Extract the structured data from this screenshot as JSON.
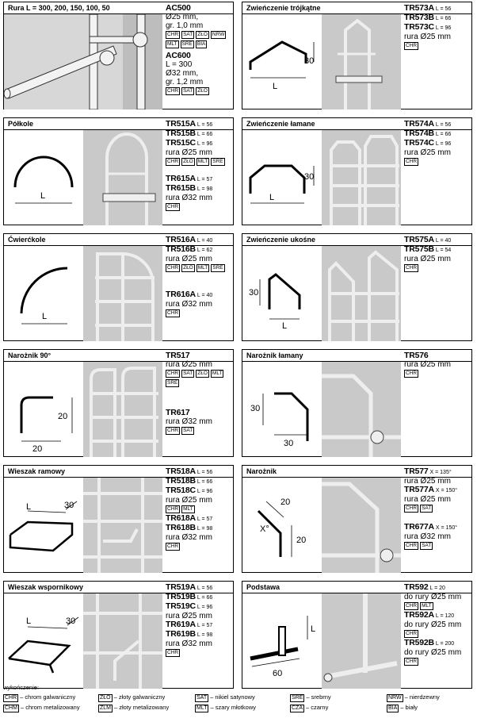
{
  "panels": [
    {
      "title": "Rura L = 300, 200, 150, 100, 50",
      "products": [
        {
          "code": "AC500",
          "len": "",
          "lines": [
            "Ø25 mm,",
            "gr. 1,0 mm"
          ],
          "badges": [
            "CHR",
            "SAT",
            "ZŁO",
            "NRW",
            "MLT",
            "SRE",
            "BIA"
          ]
        },
        {
          "code": "AC600",
          "len": "",
          "lines": [
            "L = 300",
            "Ø32 mm,",
            "gr. 1,2 mm"
          ],
          "badges": [
            "CHR",
            "SAT",
            "ZŁO"
          ]
        }
      ]
    },
    {
      "title": "Zwieńczenie trójkątne",
      "dims": [
        "30",
        "L"
      ],
      "products": [
        {
          "code": "TR573A",
          "len": "L = 56",
          "lines": [],
          "badges": []
        },
        {
          "code": "TR573B",
          "len": "L = 66",
          "lines": [],
          "badges": []
        },
        {
          "code": "TR573C",
          "len": "L = 96",
          "lines": [
            "rura Ø25 mm"
          ],
          "badges": [
            "CHR"
          ]
        }
      ]
    },
    {
      "title": "Półkole",
      "dims": [
        "L"
      ],
      "products": [
        {
          "code": "TR515A",
          "len": "L = 56",
          "lines": [],
          "badges": []
        },
        {
          "code": "TR515B",
          "len": "L = 66",
          "lines": [],
          "badges": []
        },
        {
          "code": "TR515C",
          "len": "L = 96",
          "lines": [
            "rura Ø25 mm"
          ],
          "badges": [
            "CHR",
            "ZŁO",
            "MLT",
            "SRE"
          ]
        },
        {
          "code": "TR615A",
          "len": "L = 57",
          "lines": [],
          "badges": []
        },
        {
          "code": "TR615B",
          "len": "L = 98",
          "lines": [
            "rura Ø32 mm"
          ],
          "badges": [
            "CHR"
          ]
        }
      ]
    },
    {
      "title": "Zwieńczenie łamane",
      "dims": [
        "30",
        "L"
      ],
      "products": [
        {
          "code": "TR574A",
          "len": "L = 56",
          "lines": [],
          "badges": []
        },
        {
          "code": "TR574B",
          "len": "L = 66",
          "lines": [],
          "badges": []
        },
        {
          "code": "TR574C",
          "len": "L = 96",
          "lines": [
            "rura Ø25 mm"
          ],
          "badges": [
            "CHR"
          ]
        }
      ]
    },
    {
      "title": "Ćwierćkole",
      "dims": [
        "L"
      ],
      "products": [
        {
          "code": "TR516A",
          "len": "L = 40",
          "lines": [],
          "badges": []
        },
        {
          "code": "TR516B",
          "len": "L = 62",
          "lines": [
            "rura Ø25 mm"
          ],
          "badges": [
            "CHR",
            "ZŁO",
            "MLT",
            "SRE"
          ]
        },
        {
          "code": "TR616A",
          "len": "L = 40",
          "lines": [
            "rura Ø32 mm"
          ],
          "badges": [
            "CHR"
          ]
        }
      ]
    },
    {
      "title": "Zwieńczenie ukośne",
      "dims": [
        "30",
        "L"
      ],
      "products": [
        {
          "code": "TR575A",
          "len": "L = 40",
          "lines": [],
          "badges": []
        },
        {
          "code": "TR575B",
          "len": "L = 54",
          "lines": [
            "rura Ø25 mm"
          ],
          "badges": [
            "CHR"
          ]
        }
      ]
    },
    {
      "title": "Narożnik 90°",
      "dims": [
        "20",
        "20"
      ],
      "products": [
        {
          "code": "TR517",
          "len": "",
          "lines": [
            "rura Ø25 mm"
          ],
          "badges": [
            "CHR",
            "SAT",
            "ZŁO",
            "MLT",
            "SRE"
          ]
        },
        {
          "code": "TR617",
          "len": "",
          "lines": [
            "rura Ø32 mm"
          ],
          "badges": [
            "CHR",
            "SAT"
          ]
        }
      ]
    },
    {
      "title": "Narożnik łamany",
      "dims": [
        "30",
        "30"
      ],
      "products": [
        {
          "code": "TR576",
          "len": "",
          "lines": [
            "rura Ø25 mm"
          ],
          "badges": [
            "CHR"
          ]
        }
      ]
    },
    {
      "title": "Wieszak ramowy",
      "dims": [
        "L",
        "30"
      ],
      "products": [
        {
          "code": "TR518A",
          "len": "L = 56",
          "lines": [],
          "badges": []
        },
        {
          "code": "TR518B",
          "len": "L = 66",
          "lines": [],
          "badges": []
        },
        {
          "code": "TR518C",
          "len": "L = 96",
          "lines": [
            "rura Ø25 mm"
          ],
          "badges": [
            "CHR",
            "MLT"
          ]
        },
        {
          "code": "TR618A",
          "len": "L = 57",
          "lines": [],
          "badges": []
        },
        {
          "code": "TR618B",
          "len": "L = 98",
          "lines": [
            "rura Ø32 mm"
          ],
          "badges": [
            "CHR"
          ]
        }
      ]
    },
    {
      "title": "Narożnik",
      "dims": [
        "20",
        "X°",
        "20"
      ],
      "products": [
        {
          "code": "TR577",
          "len": "X = 135°",
          "lines": [
            "rura Ø25 mm"
          ],
          "badges": []
        },
        {
          "code": "TR577A",
          "len": "X = 150°",
          "lines": [
            "rura Ø25 mm"
          ],
          "badges": [
            "CHR",
            "SAT"
          ]
        },
        {
          "code": "TR677A",
          "len": "X = 150°",
          "lines": [
            "rura Ø32 mm"
          ],
          "badges": [
            "CHR",
            "SAT"
          ]
        }
      ]
    },
    {
      "title": "Wieszak wspornikowy",
      "dims": [
        "L",
        "30"
      ],
      "products": [
        {
          "code": "TR519A",
          "len": "L = 56",
          "lines": [],
          "badges": []
        },
        {
          "code": "TR519B",
          "len": "L = 66",
          "lines": [],
          "badges": []
        },
        {
          "code": "TR519C",
          "len": "L = 96",
          "lines": [
            "rura Ø25 mm"
          ],
          "badges": []
        },
        {
          "code": "TR619A",
          "len": "L = 57",
          "lines": [],
          "badges": []
        },
        {
          "code": "TR619B",
          "len": "L = 98",
          "lines": [
            "rura Ø32 mm"
          ],
          "badges": [
            "CHR"
          ]
        }
      ]
    },
    {
      "title": "Podstawa",
      "dims": [
        "L",
        "60"
      ],
      "products": [
        {
          "code": "TR592",
          "len": "L = 20",
          "lines": [
            "do rury Ø25 mm"
          ],
          "badges": [
            "CHR",
            "MLT"
          ]
        },
        {
          "code": "TR592A",
          "len": "L = 120",
          "lines": [
            "do rury Ø25 mm"
          ],
          "badges": [
            "CHR"
          ]
        },
        {
          "code": "TR592B",
          "len": "L = 200",
          "lines": [
            "do rury Ø25 mm"
          ],
          "badges": [
            "CHR"
          ]
        }
      ]
    }
  ],
  "legend": {
    "title": "wykończenie:",
    "items": [
      {
        "code": "CHR",
        "text": "– chrom galwaniczny"
      },
      {
        "code": "ZŁO",
        "text": "– złoty galwaniczny"
      },
      {
        "code": "SAT",
        "text": "– nikiel satynowy"
      },
      {
        "code": "SRE",
        "text": "– srebrny"
      },
      {
        "code": "NRW",
        "text": "– nierdzewny"
      },
      {
        "code": "CHM",
        "text": "– chrom metalizowany"
      },
      {
        "code": "ZLM",
        "text": "– złoty metalizowany"
      },
      {
        "code": "MLT",
        "text": "– szary młotkowy"
      },
      {
        "code": "CZA",
        "text": "– czarny"
      },
      {
        "code": "BIA",
        "text": "– biały"
      }
    ]
  }
}
